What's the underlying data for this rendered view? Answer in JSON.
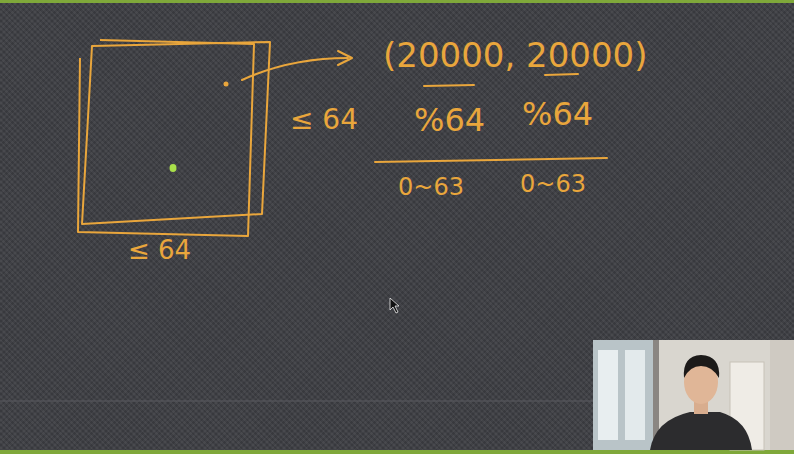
{
  "diagram": {
    "labels": [
      "(20000, 20000)",
      "≤ 64",
      "%64",
      "%64",
      "0~63",
      "0~63",
      "≤ 64"
    ]
  }
}
